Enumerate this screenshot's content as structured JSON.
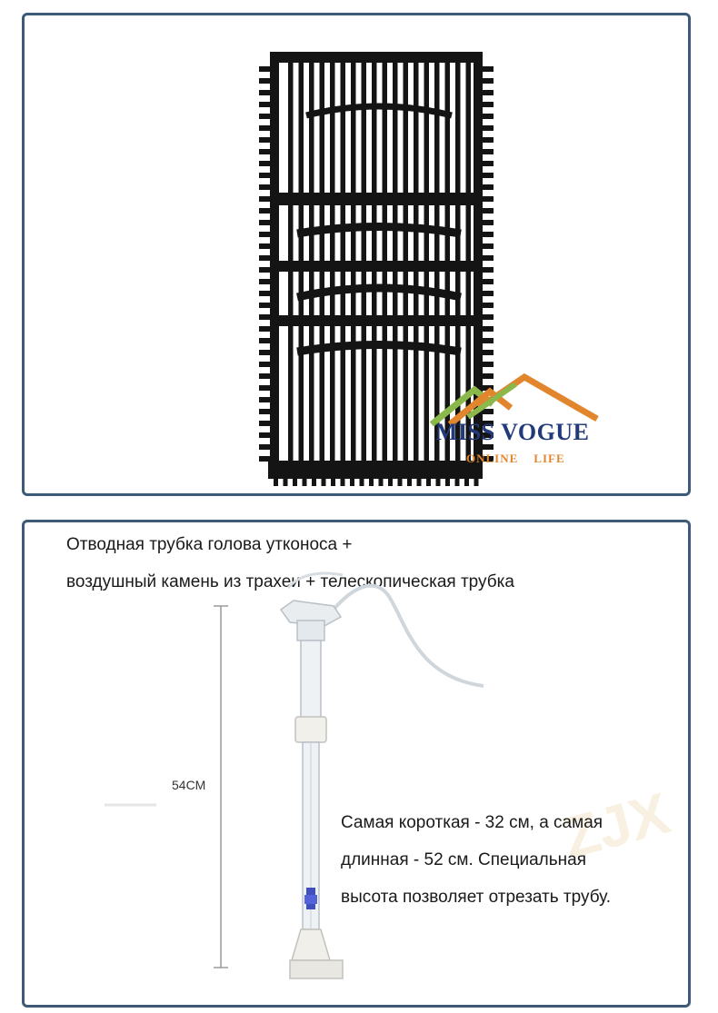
{
  "logo": {
    "main": "MISS VOGUE",
    "sub": "ONLINE    LIFE",
    "colors": {
      "main": "#233a7a",
      "sub": "#e2862d",
      "roof_green": "#8ab84a",
      "roof_orange": "#e2862d"
    }
  },
  "heading": {
    "line1": "Отводная трубка голова утконоса +",
    "line2": "воздушный камень из трахеи + телескопическая трубка"
  },
  "dimension": {
    "label": "54CM"
  },
  "description": {
    "line1": "Самая короткая - 32 см, а самая",
    "line2": "длинная - 52 см. Специальная",
    "line3": "высота позволяет отрезать трубу."
  },
  "colors": {
    "border": "#3d5a78",
    "grid": "#141414",
    "text": "#1a1a1a"
  }
}
